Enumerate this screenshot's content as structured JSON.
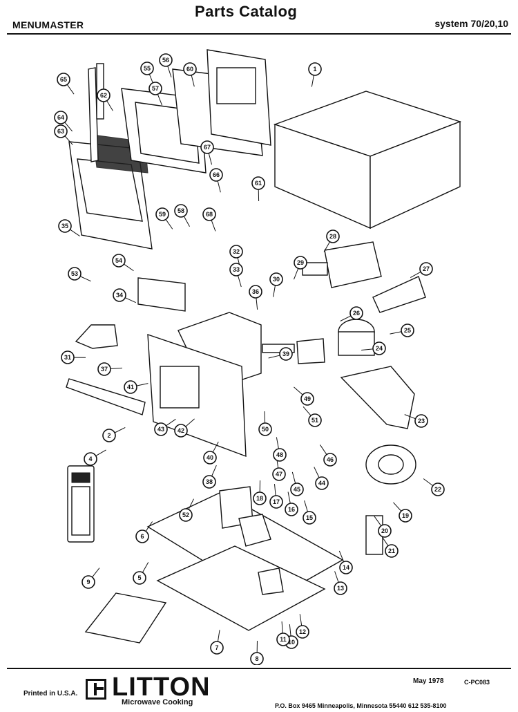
{
  "header": {
    "brand": "MENUMASTER",
    "title": "Parts  Catalog",
    "model": "system 70/20,10"
  },
  "callouts": [
    "1",
    "2",
    "4",
    "5",
    "6",
    "7",
    "8",
    "9",
    "10",
    "11",
    "12",
    "13",
    "14",
    "15",
    "16",
    "17",
    "18",
    "19",
    "20",
    "21",
    "22",
    "23",
    "24",
    "25",
    "26",
    "27",
    "28",
    "29",
    "30",
    "31",
    "32",
    "33",
    "34",
    "35",
    "36",
    "37",
    "38",
    "39",
    "40",
    "41",
    "42",
    "43",
    "44",
    "45",
    "46",
    "47",
    "48",
    "49",
    "50",
    "51",
    "52",
    "53",
    "54",
    "55",
    "56",
    "57",
    "58",
    "59",
    "60",
    "61",
    "62",
    "63",
    "64",
    "65",
    "66",
    "67",
    "68"
  ],
  "footer": {
    "printed": "Printed in U.S.A.",
    "logo_name": "LITTON",
    "logo_sub": "Microwave Cooking",
    "date": "May 1978",
    "doc_code": "C-PC083",
    "address": "P.O. Box 9465  Minneapolis, Minnesota 55440  612 535-8100"
  }
}
